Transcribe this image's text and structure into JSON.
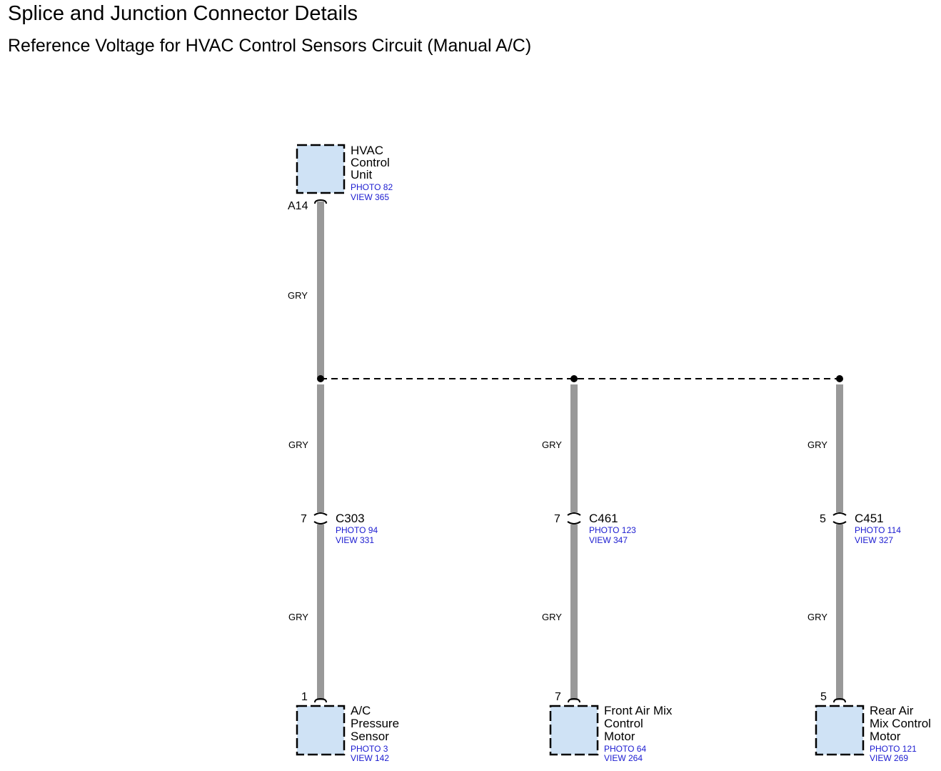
{
  "header": {
    "title": "Splice and Junction Connector Details",
    "subtitle": "Reference Voltage for HVAC Control Sensors Circuit (Manual A/C)"
  },
  "colors": {
    "wire": "#999999",
    "component_fill": "#cfe2f5",
    "reference_text": "#1a1ad0"
  },
  "source_component": {
    "name_lines": [
      "HVAC",
      "Control",
      "Unit"
    ],
    "photo": "PHOTO 82",
    "view": "VIEW 365",
    "pin": "A14"
  },
  "source_wire_color": "GRY",
  "branches": [
    {
      "upper_wire_color": "GRY",
      "connector": {
        "name": "C303",
        "pin": "7",
        "photo": "PHOTO 94",
        "view": "VIEW 331"
      },
      "lower_wire_color": "GRY",
      "component": {
        "name_lines": [
          "A/C",
          "Pressure",
          "Sensor"
        ],
        "pin": "1",
        "photo": "PHOTO 3",
        "view": "VIEW 142"
      }
    },
    {
      "upper_wire_color": "GRY",
      "connector": {
        "name": "C461",
        "pin": "7",
        "photo": "PHOTO 123",
        "view": "VIEW 347"
      },
      "lower_wire_color": "GRY",
      "component": {
        "name_lines": [
          "Front Air Mix",
          "Control",
          "Motor"
        ],
        "pin": "7",
        "photo": "PHOTO 64",
        "view": "VIEW 264"
      }
    },
    {
      "upper_wire_color": "GRY",
      "connector": {
        "name": "C451",
        "pin": "5",
        "photo": "PHOTO 114",
        "view": "VIEW 327"
      },
      "lower_wire_color": "GRY",
      "component": {
        "name_lines": [
          "Rear Air",
          "Mix Control",
          "Motor"
        ],
        "pin": "5",
        "photo": "PHOTO 121",
        "view": "VIEW 269"
      }
    }
  ]
}
